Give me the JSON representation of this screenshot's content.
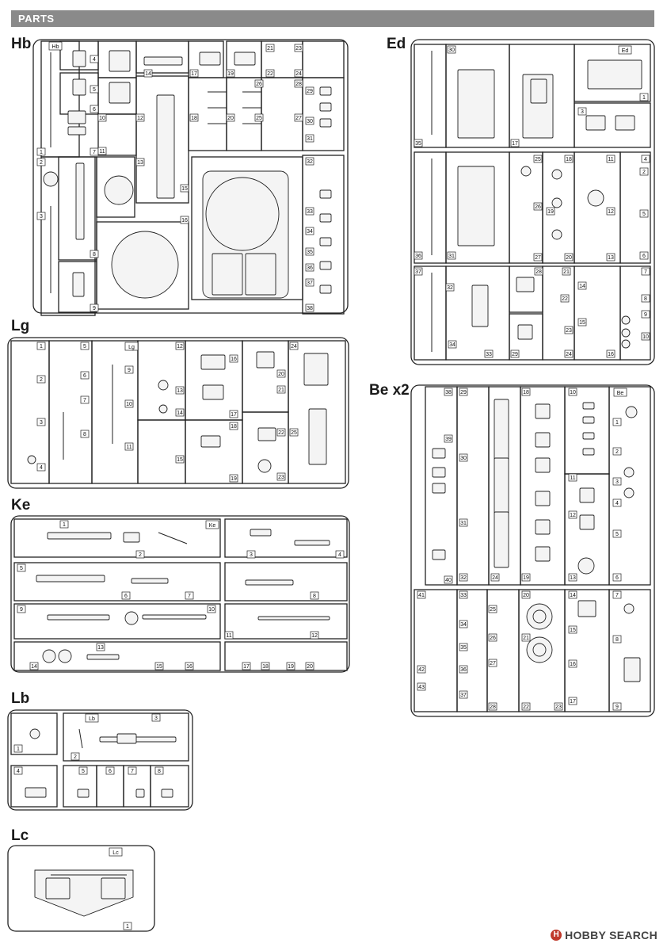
{
  "header": {
    "title": "PARTS"
  },
  "sprues": {
    "hb": {
      "name": "Hb",
      "tag": "Hb",
      "parts": [
        "1",
        "2",
        "3",
        "4",
        "5",
        "6",
        "7",
        "8",
        "9",
        "10",
        "11",
        "12",
        "13",
        "14",
        "15",
        "16",
        "17",
        "18",
        "19",
        "20",
        "21",
        "22",
        "23",
        "24",
        "25",
        "26",
        "27",
        "28",
        "29",
        "30",
        "31",
        "32",
        "33",
        "34",
        "35",
        "36",
        "37",
        "38"
      ]
    },
    "ed": {
      "name": "Ed",
      "tag": "Ed",
      "parts": [
        "1",
        "2",
        "3",
        "4",
        "5",
        "6",
        "7",
        "8",
        "9",
        "10",
        "11",
        "12",
        "13",
        "14",
        "15",
        "16",
        "17",
        "18",
        "19",
        "20",
        "21",
        "22",
        "23",
        "24",
        "25",
        "26",
        "27",
        "28",
        "29",
        "30",
        "31",
        "32",
        "33",
        "34",
        "35",
        "36",
        "37"
      ]
    },
    "lg": {
      "name": "Lg",
      "tag": "Lg",
      "parts": [
        "1",
        "2",
        "3",
        "4",
        "5",
        "6",
        "7",
        "8",
        "9",
        "10",
        "11",
        "12",
        "13",
        "14",
        "15",
        "16",
        "17",
        "18",
        "19",
        "20",
        "21",
        "22",
        "23",
        "24",
        "25"
      ]
    },
    "be": {
      "name": "Be x2",
      "tag": "Be",
      "parts": [
        "1",
        "2",
        "3",
        "4",
        "5",
        "6",
        "7",
        "8",
        "9",
        "10",
        "11",
        "12",
        "13",
        "14",
        "15",
        "16",
        "17",
        "18",
        "19",
        "20",
        "21",
        "22",
        "23",
        "24",
        "25",
        "26",
        "27",
        "28",
        "29",
        "30",
        "31",
        "32",
        "33",
        "34",
        "35",
        "36",
        "37",
        "38",
        "39",
        "40",
        "41",
        "42",
        "43"
      ]
    },
    "ke": {
      "name": "Ke",
      "tag": "Ke",
      "parts": [
        "1",
        "2",
        "3",
        "4",
        "5",
        "6",
        "7",
        "8",
        "9",
        "10",
        "11",
        "12",
        "13",
        "14",
        "15",
        "16",
        "17",
        "18",
        "19",
        "20"
      ]
    },
    "lb": {
      "name": "Lb",
      "tag": "Lb",
      "parts": [
        "1",
        "2",
        "3",
        "4",
        "5",
        "6",
        "7",
        "8"
      ]
    },
    "lc": {
      "name": "Lc",
      "tag": "Lc",
      "parts": [
        "1"
      ]
    }
  },
  "watermark": {
    "text": "HOBBY SEARCH",
    "icon": "hobby-search-logo-icon"
  },
  "colors": {
    "line": "#222222",
    "header_bg": "#8a8a8a",
    "part_fill": "#f4f4f4",
    "shade": "#d9d9d9"
  }
}
